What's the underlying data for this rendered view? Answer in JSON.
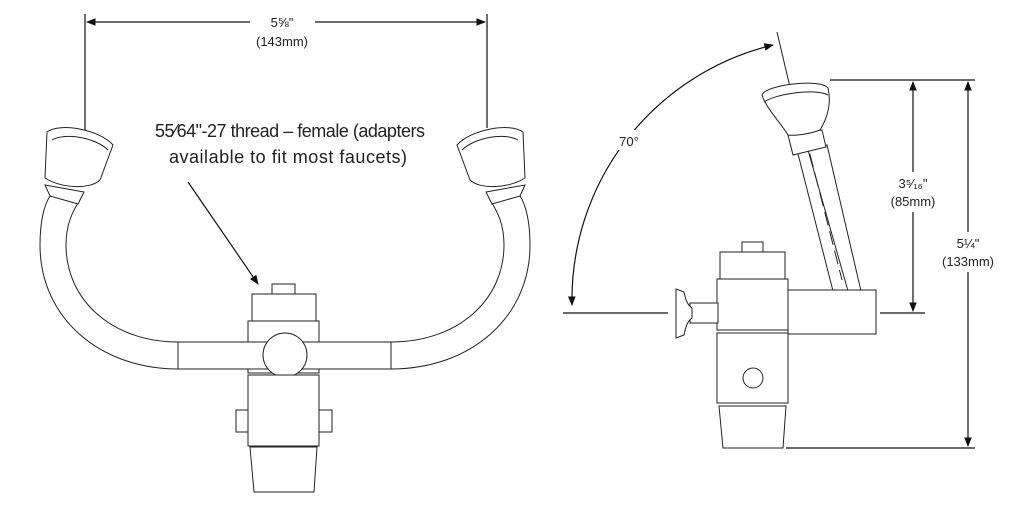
{
  "front_view": {
    "width_dimension": {
      "imperial": "5⅝\"",
      "metric": "(143mm)"
    },
    "thread_callout": {
      "line1": "55⁄64\"-27 thread – female (adapters",
      "line2": "available to fit most faucets)"
    }
  },
  "side_view": {
    "angle_dimension": "70°",
    "head_height_dimension": {
      "imperial": "3⁵⁄₁₆\"",
      "metric": "(85mm)"
    },
    "total_height_dimension": {
      "imperial": "5¼\"",
      "metric": "(133mm)"
    }
  },
  "colors": {
    "line": "#222222",
    "background": "#ffffff"
  }
}
